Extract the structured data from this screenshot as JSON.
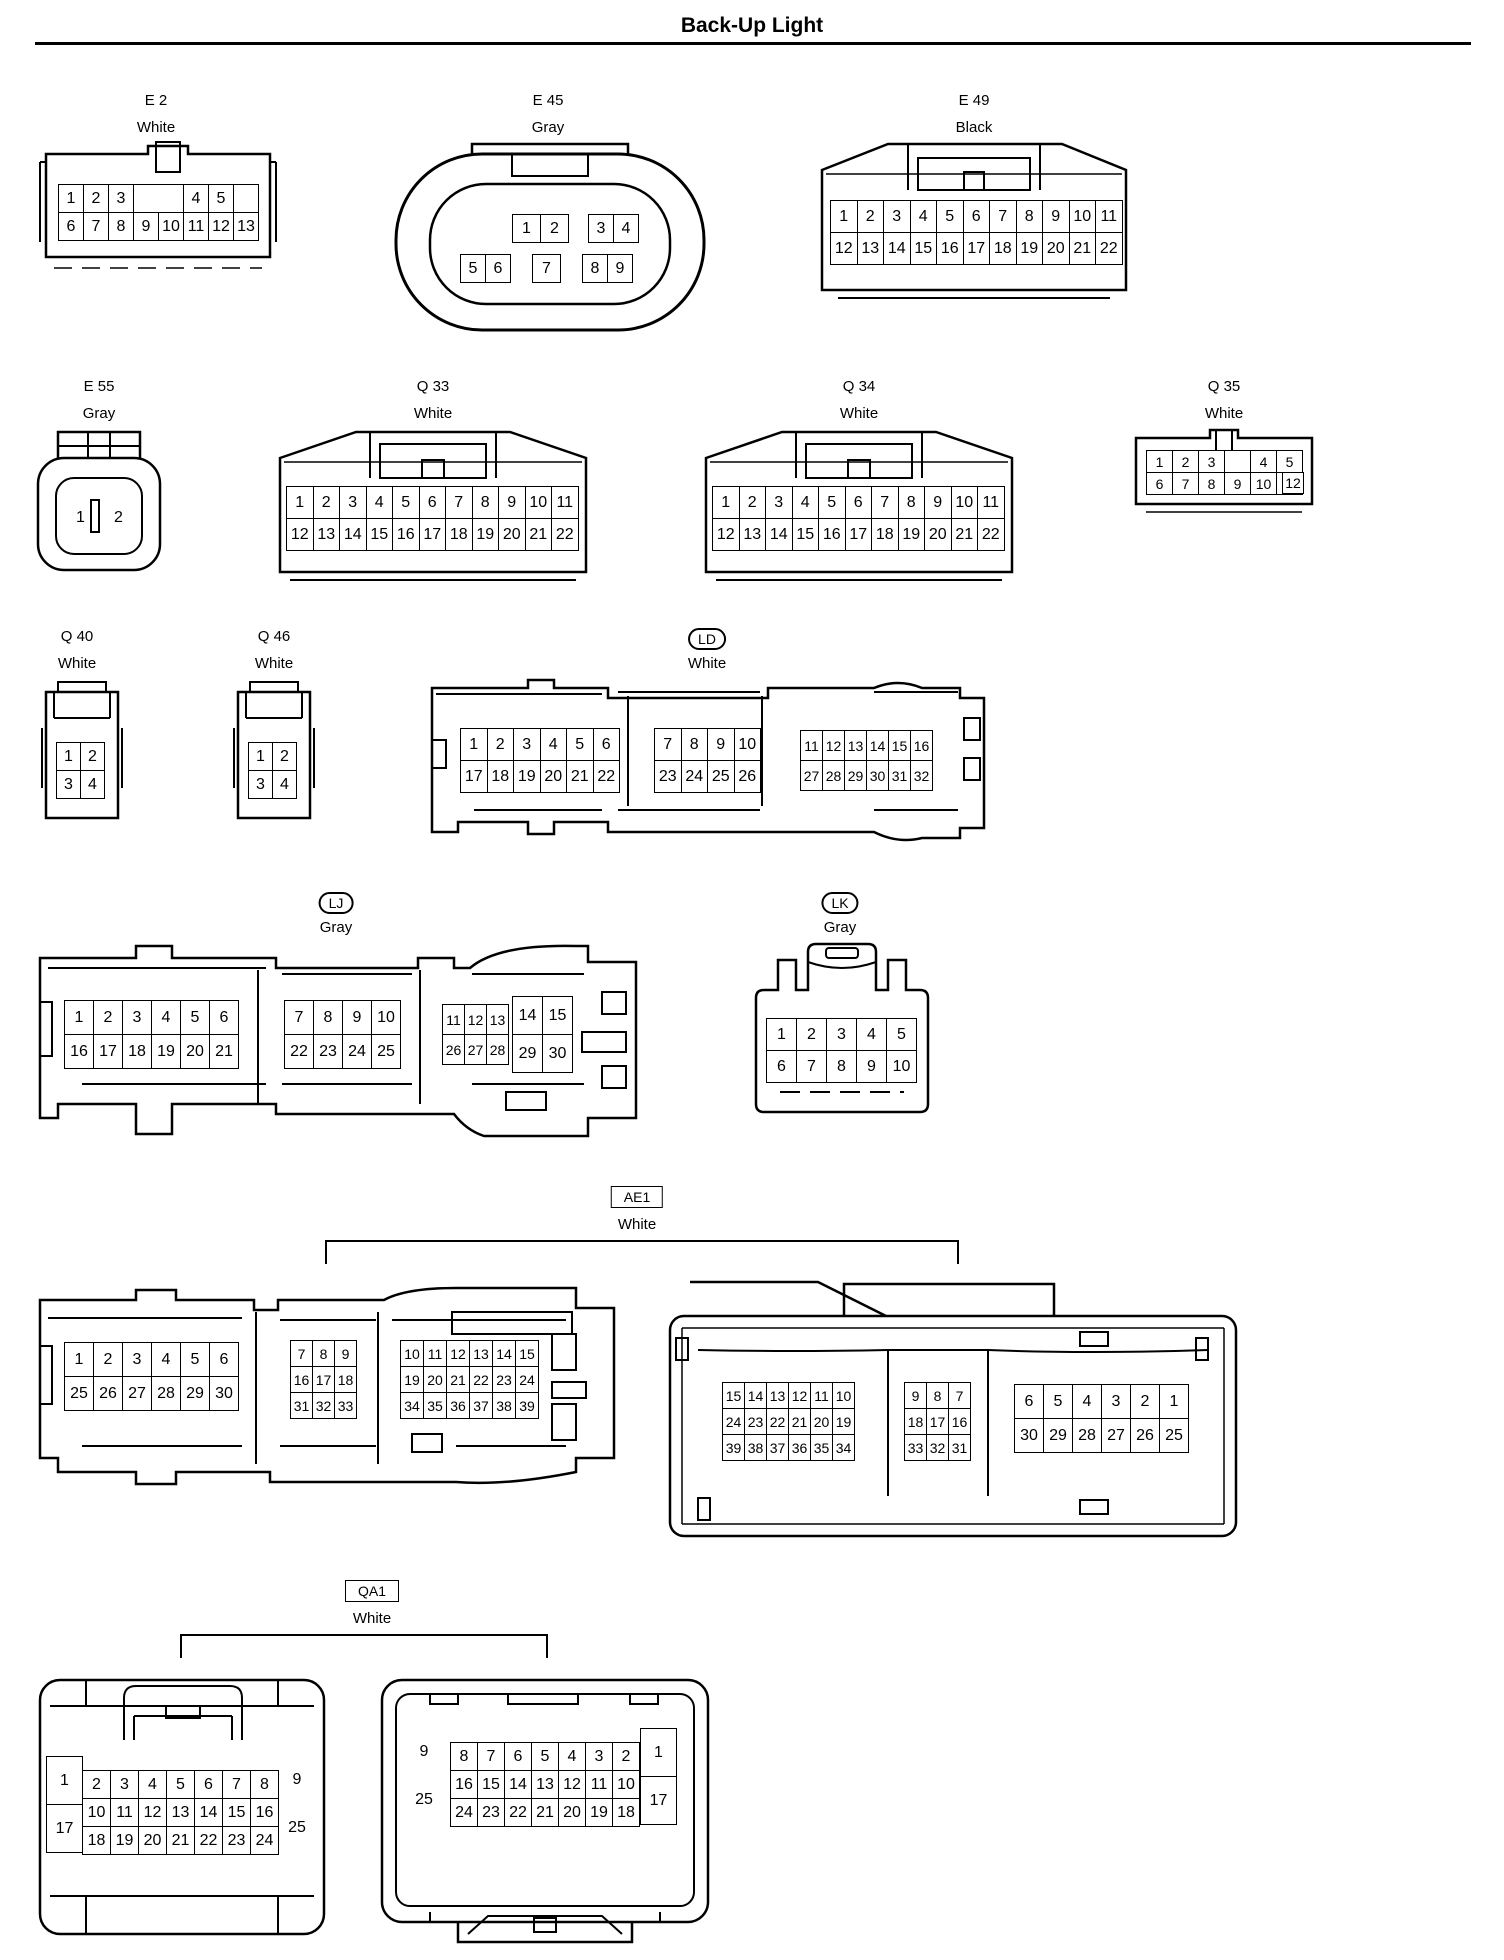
{
  "page": {
    "title": "Back-Up Light"
  },
  "connectors": {
    "E2": {
      "code": "E 2",
      "color": "White",
      "rows": [
        [
          "1",
          "2",
          "3",
          "",
          "",
          "4",
          "5"
        ],
        [
          "6",
          "7",
          "8",
          "9",
          "10",
          "11",
          "12",
          "13"
        ]
      ]
    },
    "E45": {
      "code": "E 45",
      "color": "Gray"
    },
    "E49": {
      "code": "E 49",
      "color": "Black"
    },
    "E55": {
      "code": "E 55",
      "color": "Gray"
    },
    "Q33": {
      "code": "Q 33",
      "color": "White"
    },
    "Q34": {
      "code": "Q 34",
      "color": "White"
    },
    "Q35": {
      "code": "Q 35",
      "color": "White"
    },
    "Q40": {
      "code": "Q 40",
      "color": "White"
    },
    "Q46": {
      "code": "Q 46",
      "color": "White"
    },
    "LD": {
      "code": "LD",
      "color": "White"
    },
    "LJ": {
      "code": "LJ",
      "color": "Gray"
    },
    "LK": {
      "code": "LK",
      "color": "Gray"
    },
    "AE1": {
      "code": "AE1",
      "color": "White"
    },
    "QA1": {
      "code": "QA1",
      "color": "White"
    }
  }
}
